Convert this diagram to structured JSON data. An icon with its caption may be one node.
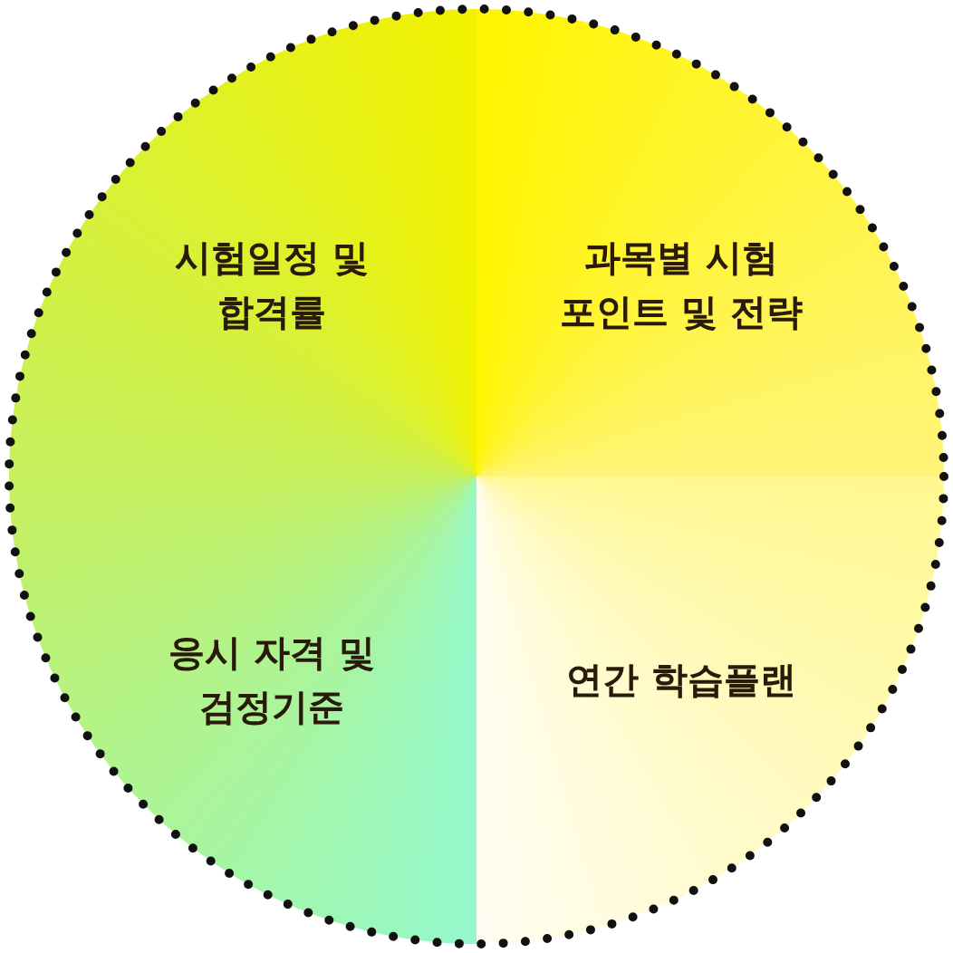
{
  "diagram": {
    "nodes": [
      {
        "text": [
          "시험일정 및 합격률"
        ]
      },
      {
        "text": [
          "과목별 시험 포인트 및 전략"
        ]
      },
      {
        "text": [
          "응시 자격 및 검정기준"
        ]
      },
      {
        "text": [
          "연간 학습플랜"
        ]
      }
    ]
  }
}
